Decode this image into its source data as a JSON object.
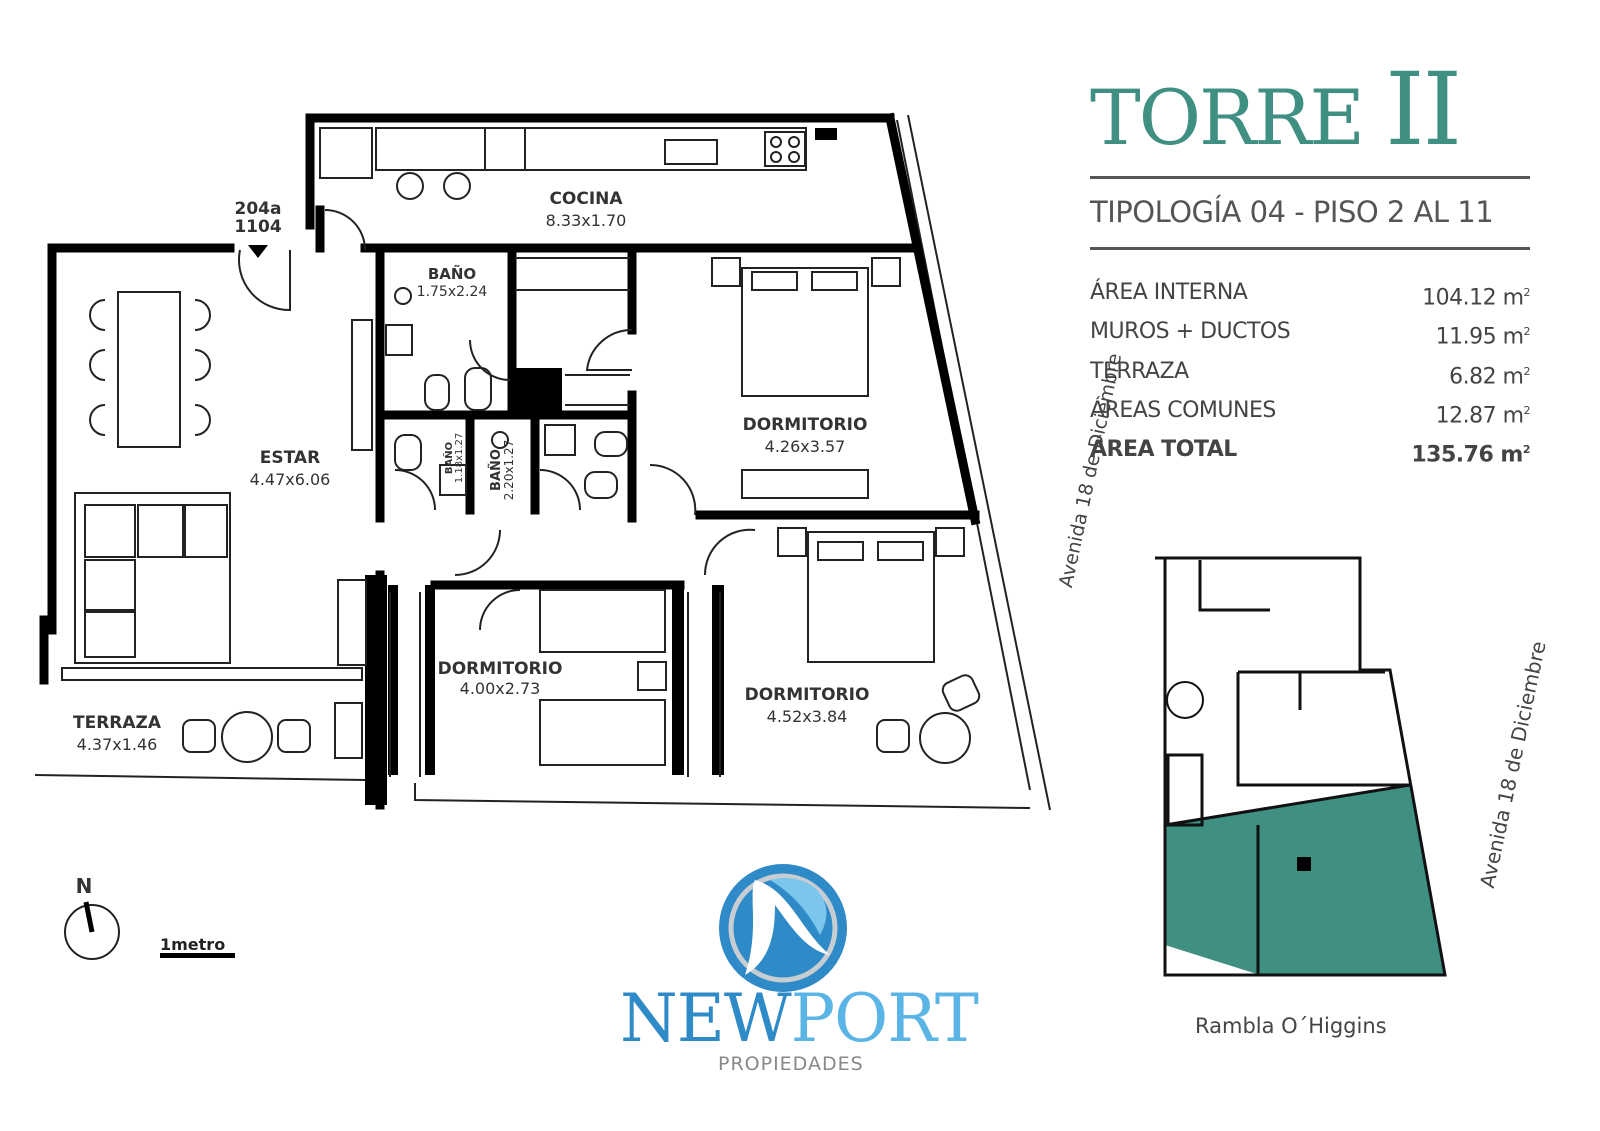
{
  "header": {
    "title_word": "TORRE",
    "title_numeral": "II",
    "subtitle": "TIPOLOGÍA 04 - PISO  2 AL 11"
  },
  "areas": [
    {
      "label": "ÁREA INTERNA",
      "value": "104.12 m",
      "unit_sup": "2"
    },
    {
      "label": "MUROS + DUCTOS",
      "value": "11.95 m",
      "unit_sup": "2"
    },
    {
      "label": "TERRAZA",
      "value": "6.82 m",
      "unit_sup": "2"
    },
    {
      "label": "ÁREAS COMUNES",
      "value": "12.87 m",
      "unit_sup": "2"
    },
    {
      "label": "ÁREA TOTAL",
      "value": "135.76 m",
      "unit_sup": "2"
    }
  ],
  "rooms": {
    "cocina": {
      "name": "COCINA",
      "dim": "8.33x1.70"
    },
    "estar": {
      "name": "ESTAR",
      "dim": "4.47x6.06"
    },
    "bano1": {
      "name": "BAÑO",
      "dim": "1.75x2.24"
    },
    "bano2": {
      "name": "BAÑO",
      "dim": "1.18x1.27"
    },
    "bano3": {
      "name": "BAÑO",
      "dim": "2.20x1.27"
    },
    "dorm1": {
      "name": "DORMITORIO",
      "dim": "4.26x3.57"
    },
    "dorm2": {
      "name": "DORMITORIO",
      "dim": "4.00x2.73"
    },
    "dorm3": {
      "name": "DORMITORIO",
      "dim": "4.52x3.84"
    },
    "terraza": {
      "name": "TERRAZA",
      "dim": "4.37x1.46"
    }
  },
  "entrance": {
    "line1": "204a",
    "line2": "1104"
  },
  "compass": {
    "label": "N"
  },
  "scale": {
    "label": "1metro"
  },
  "streets": {
    "avenida": "Avenida 18 de Diciembre",
    "rambla": "Rambla O´Higgins"
  },
  "logo": {
    "name_part1": "NEW",
    "name_part2": "PORT",
    "subtitle": "PROPIEDADES"
  },
  "colors": {
    "title": "#3f8f82",
    "highlight": "#3f8f82",
    "logo_dark": "#2f8ac8",
    "logo_light": "#5bb4e6"
  }
}
